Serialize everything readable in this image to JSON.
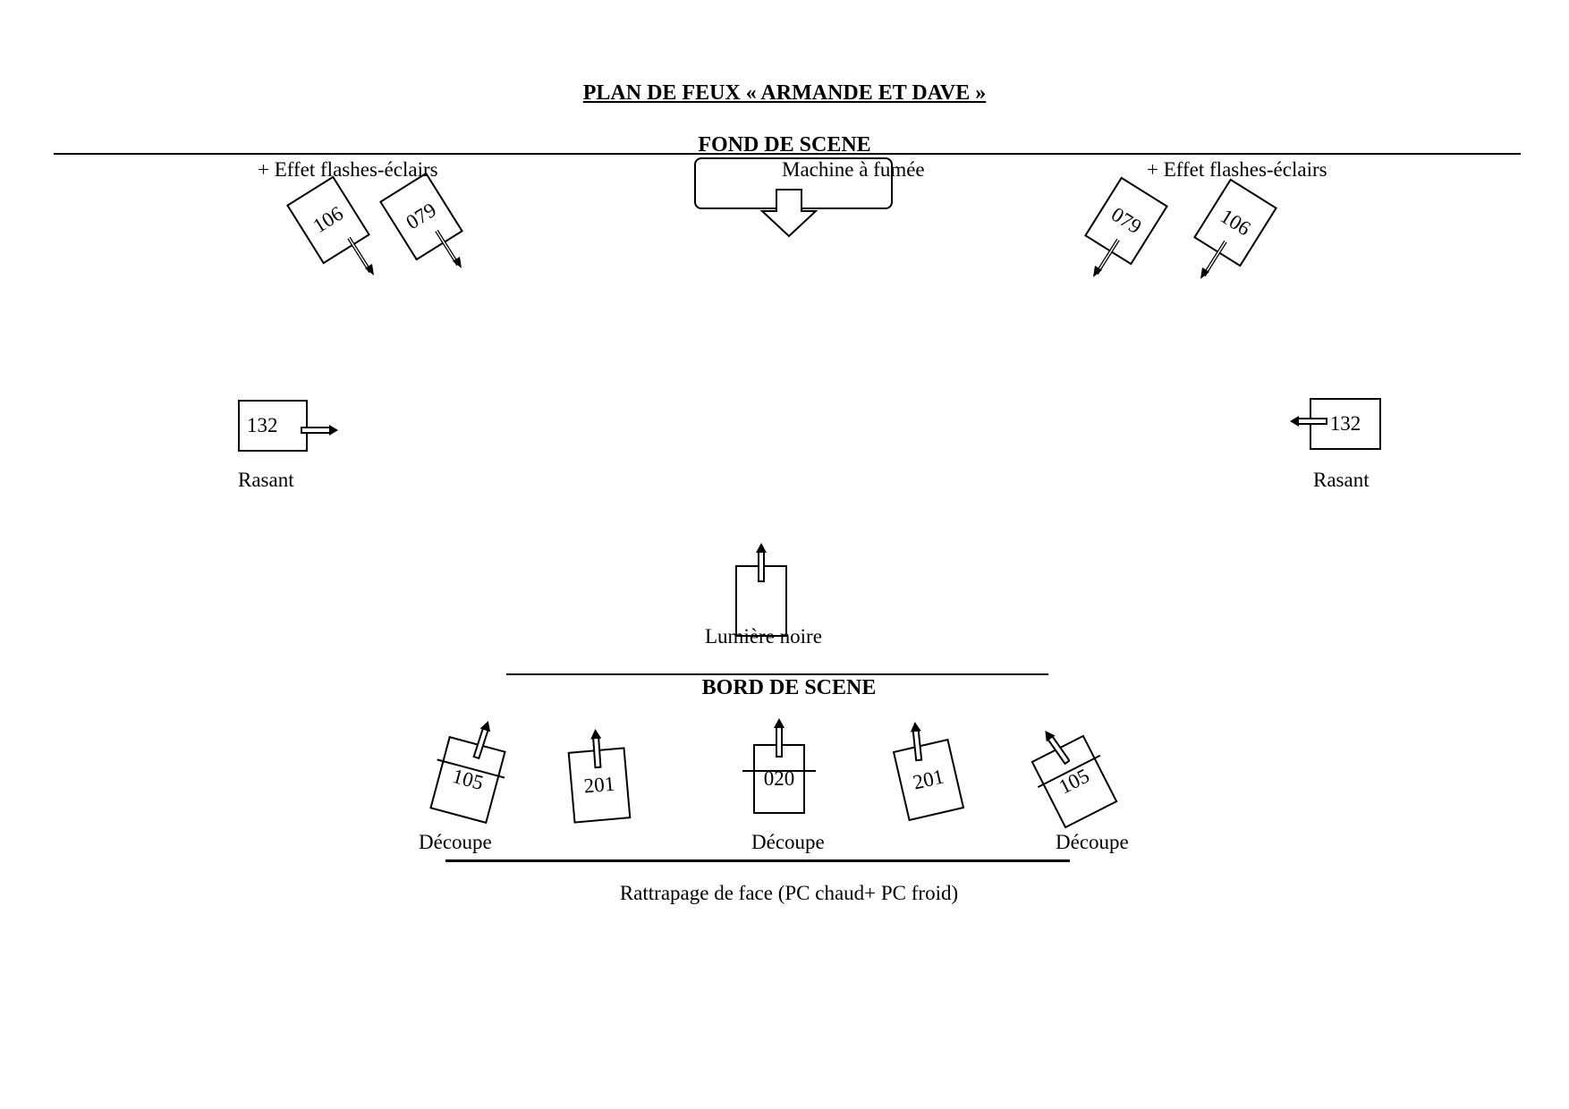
{
  "title": "PLAN DE FEUX « ARMANDE ET DAVE »",
  "upstage_label": "FOND DE SCENE",
  "downstage_label": "BORD DE SCENE",
  "upstage": {
    "left_effect": "+ Effet flashes-éclairs",
    "right_effect": "+  Effet flashes-éclairs",
    "smoke_machine": "Machine à fumée",
    "fixtures": [
      "106",
      "079",
      "079",
      "106"
    ]
  },
  "sides": {
    "left_fixture": "132",
    "left_label": "Rasant",
    "right_fixture": "132",
    "right_label": "Rasant"
  },
  "center": {
    "black_light_label": "Lumière noire"
  },
  "front": {
    "fixtures": [
      "105",
      "201",
      "020",
      "201",
      "105"
    ],
    "labels": [
      "Découpe",
      "Découpe",
      "Découpe"
    ],
    "catch_label": "Rattrapage de face (PC chaud+ PC froid)"
  }
}
